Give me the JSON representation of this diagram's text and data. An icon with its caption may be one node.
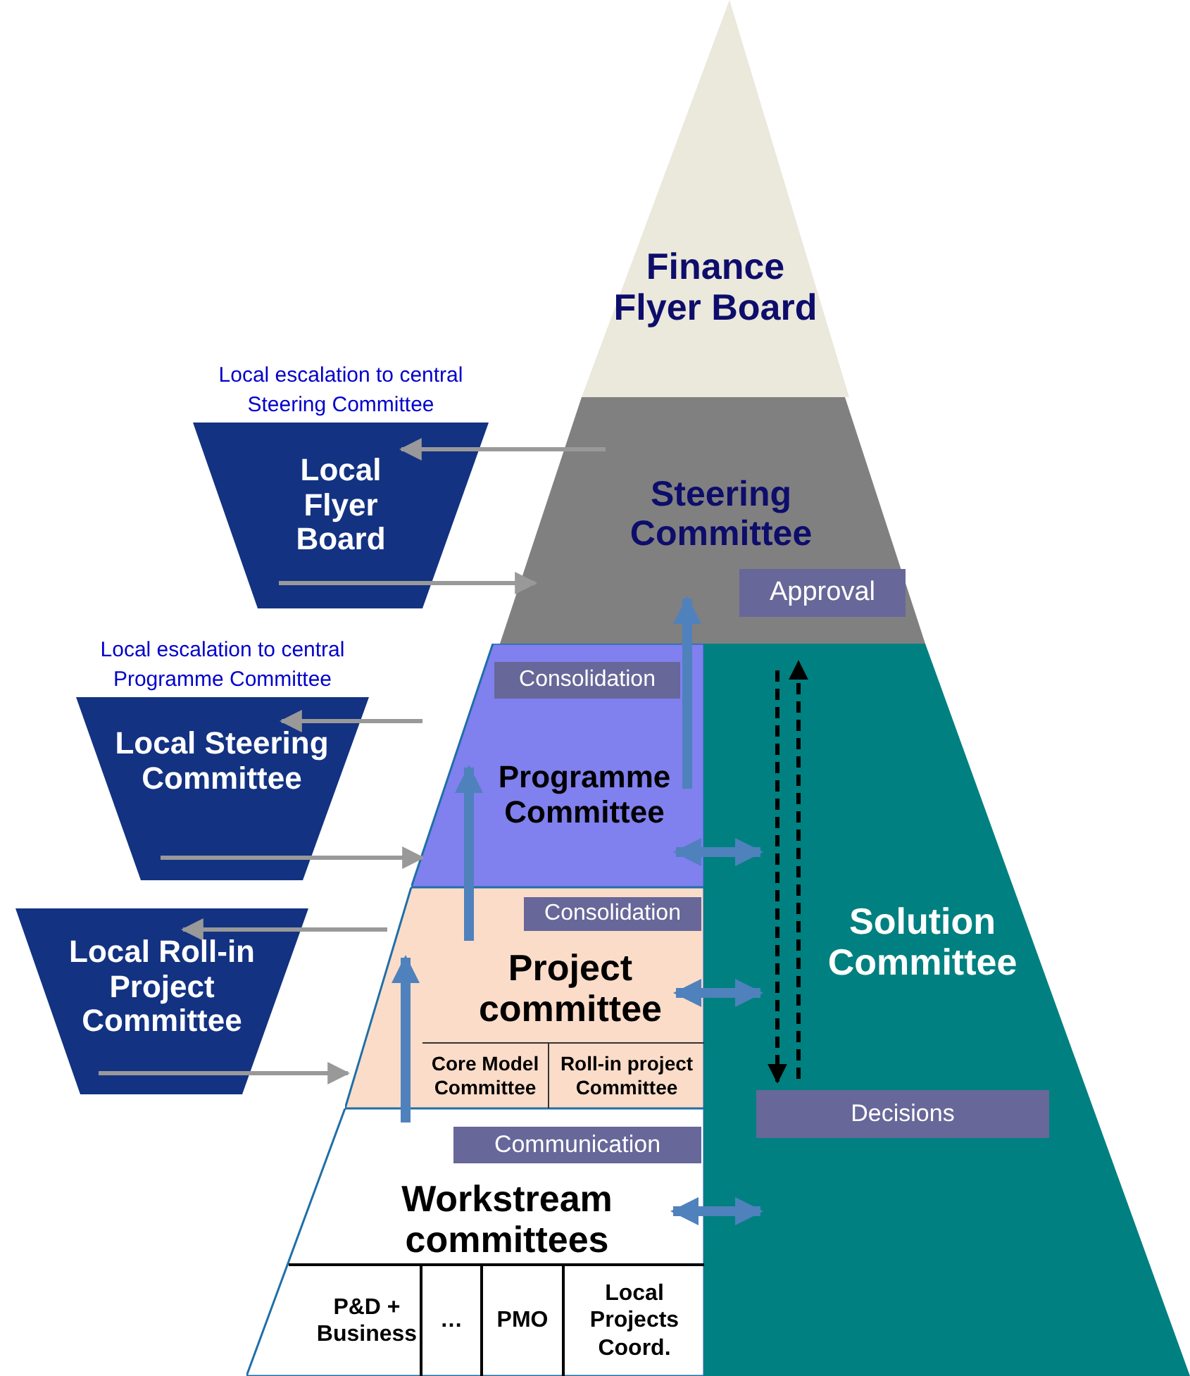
{
  "diagram": {
    "nodes": [
      {
        "text": [
          "Finance Flyer Board"
        ]
      },
      {
        "text": [
          "Steering Committee"
        ]
      },
      {
        "text": [
          "Approval"
        ],
        "in": 1
      },
      {
        "text": [
          "Programme Committee"
        ]
      },
      {
        "text": [
          "Consolidation"
        ],
        "in": 3
      },
      {
        "text": [
          "Project committee"
        ]
      },
      {
        "text": [
          "Consolidation"
        ],
        "in": 5
      },
      {
        "text": [
          "Core Model Committee"
        ],
        "in": 5
      },
      {
        "text": [
          "Roll-in project Committee"
        ],
        "in": 5
      },
      {
        "text": [
          "Workstream committees"
        ]
      },
      {
        "text": [
          "Communication"
        ],
        "in": 9
      },
      {
        "text": [
          "P&D + Business"
        ],
        "in": 9
      },
      {
        "text": [
          "…"
        ],
        "in": 9
      },
      {
        "text": [
          "PMO"
        ],
        "in": 9
      },
      {
        "text": [
          "Local Projects Coord."
        ],
        "in": 9
      },
      {
        "text": [
          "Solution Committee"
        ]
      },
      {
        "text": [
          "Decisions"
        ],
        "in": 15
      },
      {
        "text": [
          "Local Flyer Board"
        ],
        "beside": [
          "Local escalation to central Steering Committee"
        ]
      },
      {
        "text": [
          "Local Steering Committee"
        ],
        "beside": [
          "Local escalation to central Programme Committee"
        ]
      },
      {
        "text": [
          "Local Roll-in Project Committee"
        ]
      }
    ],
    "edges": [
      {
        "from": 1,
        "to": 17,
        "arrow": "to"
      },
      {
        "from": 17,
        "to": 1,
        "arrow": "to"
      },
      {
        "from": 3,
        "to": 18,
        "arrow": "to"
      },
      {
        "from": 18,
        "to": 3,
        "arrow": "to"
      },
      {
        "from": 5,
        "to": 19,
        "arrow": "to"
      },
      {
        "from": 19,
        "to": 5,
        "arrow": "to"
      },
      {
        "from": 9,
        "to": 5,
        "arrow": "to",
        "style": "thick",
        "color": "#4f81bd"
      },
      {
        "from": 5,
        "to": 3,
        "arrow": "to",
        "style": "thick",
        "color": "#4f81bd"
      },
      {
        "from": 3,
        "to": 1,
        "arrow": "to",
        "style": "thick",
        "color": "#4f81bd"
      },
      {
        "from": 3,
        "to": 15,
        "arrow": "both",
        "style": "thick",
        "color": "#4f81bd"
      },
      {
        "from": 5,
        "to": 15,
        "arrow": "both",
        "style": "thick",
        "color": "#4f81bd"
      },
      {
        "from": 9,
        "to": 15,
        "arrow": "both",
        "style": "thick",
        "color": "#4f81bd"
      },
      {
        "from": 16,
        "to": 1,
        "arrow": "to",
        "style": "dashed",
        "color": "#000000"
      },
      {
        "from": 1,
        "to": 16,
        "arrow": "to",
        "style": "dashed",
        "color": "#000000"
      }
    ]
  }
}
